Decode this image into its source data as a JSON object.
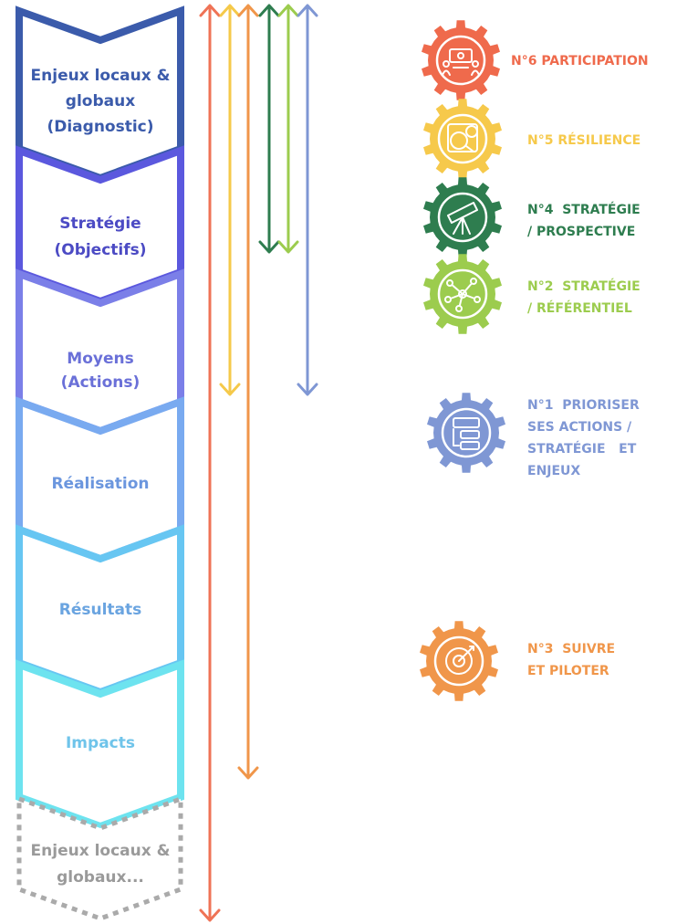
{
  "steps": [
    {
      "lines": [
        "Enjeux locaux &",
        "globaux",
        "(Diagnostic)"
      ],
      "color": "#3b5bab",
      "text_color": "#3b5bab"
    },
    {
      "lines": [
        "Stratégie",
        "(Objectifs)"
      ],
      "color": "#5b58de",
      "text_color": "#4c4bc4"
    },
    {
      "lines": [
        "Moyens",
        "(Actions)"
      ],
      "color": "#7b7fe8",
      "text_color": "#6a70d8"
    },
    {
      "lines": [
        "Réalisation"
      ],
      "color": "#79aaf0",
      "text_color": "#6b96de"
    },
    {
      "lines": [
        "Résultats"
      ],
      "color": "#67c6f2",
      "text_color": "#6aa4e0"
    },
    {
      "lines": [
        "Impacts"
      ],
      "color": "#6de3ef",
      "text_color": "#6fc4ea"
    },
    {
      "lines": [
        "Enjeux locaux &",
        "globaux..."
      ],
      "color": "#aaaaaa",
      "text_color": "#9a9a9a",
      "dashed": true
    }
  ],
  "arrows": [
    {
      "color": "#ef7356",
      "double": true
    },
    {
      "color": "#f5c94a",
      "double": true
    },
    {
      "color": "#f0964a",
      "double": true
    },
    {
      "color": "#2e7d4f",
      "double": true
    },
    {
      "color": "#9ccc4e",
      "double": true
    },
    {
      "color": "#7f97d4",
      "double": true
    }
  ],
  "gears": [
    {
      "label_lines": [
        "N°6 PARTICIPATION"
      ],
      "color": "#ef6a4c",
      "icon": "participation-icon"
    },
    {
      "label_lines": [
        "N°5 RÉSILIENCE"
      ],
      "color": "#f6c94b",
      "icon": "resilience-icon"
    },
    {
      "label_lines": [
        "N°4  STRATÉGIE",
        "/ PROSPECTIVE"
      ],
      "color": "#2e7d4f",
      "icon": "telescope-icon"
    },
    {
      "label_lines": [
        "N°2  STRATÉGIE",
        "/ RÉFÉRENTIEL"
      ],
      "color": "#9ccc4e",
      "icon": "network-icon"
    },
    {
      "label_lines": [
        "N°1  PRIORISER",
        "SES ACTIONS /",
        "STRATÉGIE   ET",
        "ENJEUX"
      ],
      "color": "#7f97d4",
      "icon": "priority-icon"
    },
    {
      "label_lines": [
        "N°3  SUIVRE",
        "ET PILOTER"
      ],
      "color": "#f0964a",
      "icon": "target-icon"
    }
  ]
}
